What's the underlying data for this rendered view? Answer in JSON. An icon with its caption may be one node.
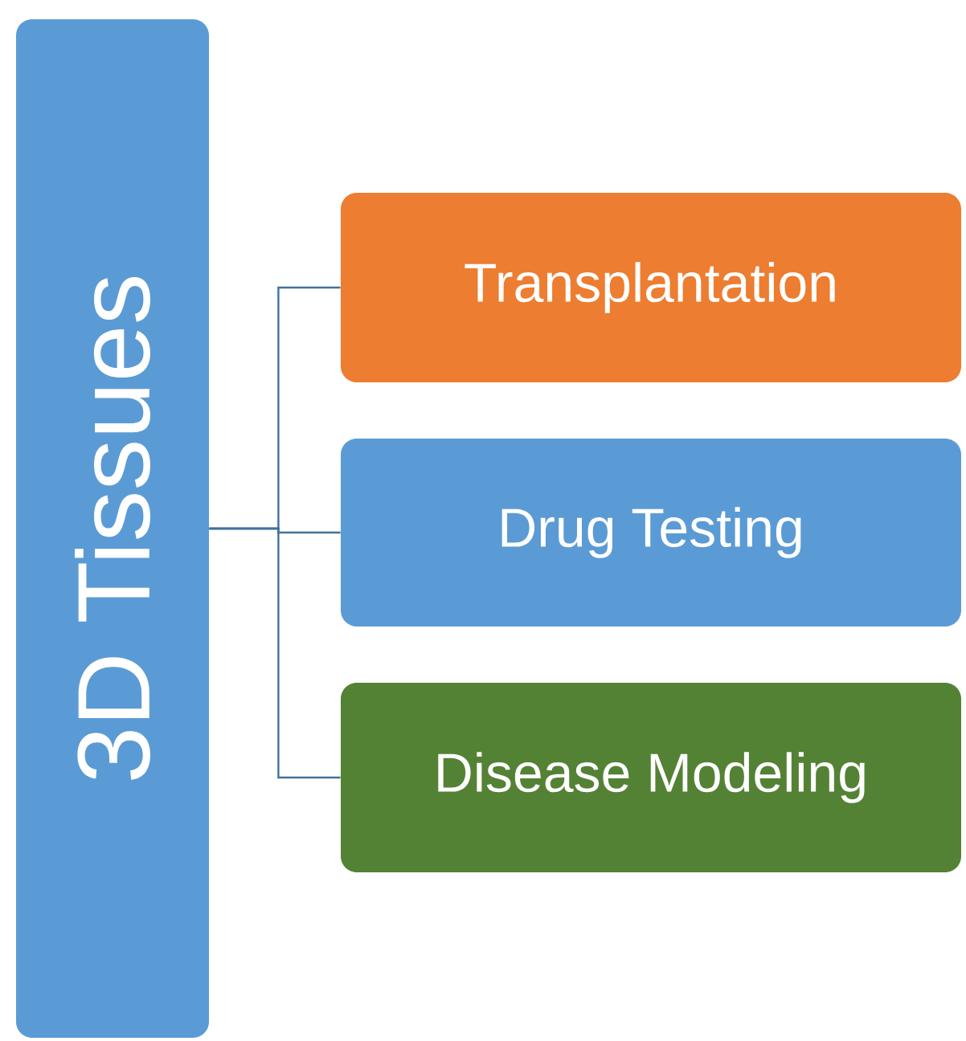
{
  "diagram": {
    "nodes": [
      {
        "text": [
          "3D Tissues"
        ]
      },
      {
        "text": [
          "Transplantation"
        ]
      },
      {
        "text": [
          "Drug Testing"
        ]
      },
      {
        "text": [
          "Disease Modeling"
        ]
      }
    ],
    "edges": [
      {
        "from": 0,
        "to": 1,
        "arrow": "none"
      },
      {
        "from": 0,
        "to": 2,
        "arrow": "none"
      },
      {
        "from": 0,
        "to": 3,
        "arrow": "none"
      }
    ]
  }
}
